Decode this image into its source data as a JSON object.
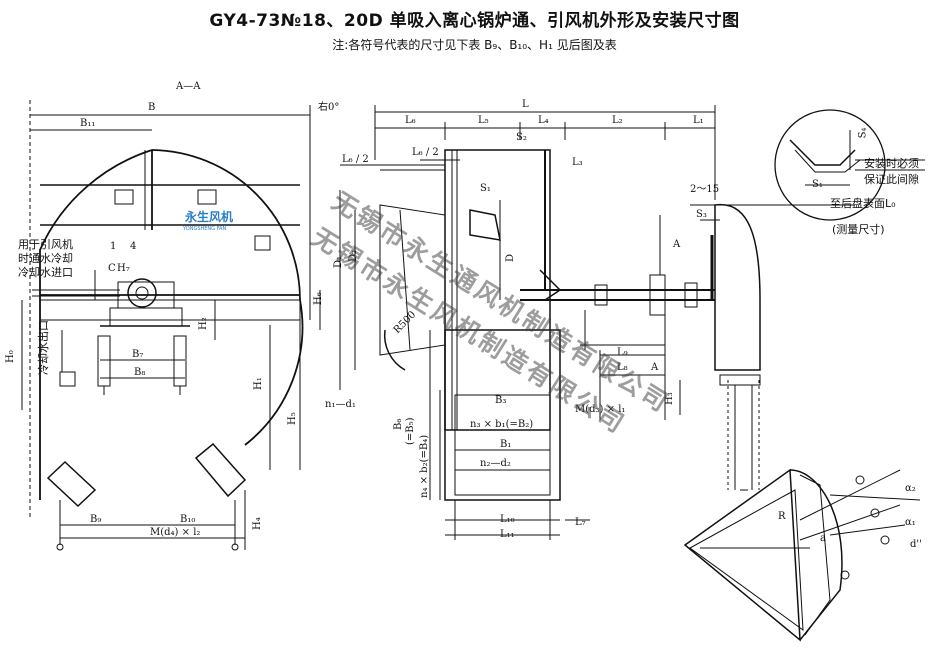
{
  "title": "GY4-73№18、20D 单吸入离心锅炉通、引风机外形及安装尺寸图",
  "note": "注:各符号代表的尺寸见下表 B₉、B₁₀、H₁ 见后图及表",
  "logo": {
    "text": "永生风机",
    "sub": "YONGSHENG FAN"
  },
  "watermark": {
    "line1": "无锡市永生通风机制造有限公司",
    "line2": "无锡市永生风机制造有限公司"
  },
  "left_view": {
    "section": "A—A",
    "B": "B",
    "B11": "B₁₁",
    "rotation": "右0°",
    "inlet_text": [
      "用于引风机",
      "时通水冷却",
      "冷却水进口"
    ],
    "outlet_text": "冷却水出口",
    "C": "C",
    "H7": "H₇",
    "d1": "1",
    "d4": "4",
    "B7": "B₇",
    "B8": "B₈",
    "H0": "H₀",
    "H1": "H₁",
    "H2": "H₂",
    "H4": "H₄",
    "H5": "H₅",
    "H6": "H₆",
    "B9": "B₉",
    "B10": "B₁₀",
    "M": "M(d₄) × l₂"
  },
  "mid_view": {
    "L": "L",
    "L6": "L₆",
    "L5": "L₅",
    "L4": "L₄",
    "L2": "L₂",
    "L1": "L₁",
    "S2": "S₂",
    "L3": "L₃",
    "L6h1": "L₆ / 2",
    "L6h2": "L₆ / 2",
    "S1": "S₁",
    "D1": "D₁",
    "D2": "D₂",
    "D": "D",
    "R": "R500",
    "n1d1": "n₁—d₁",
    "B6": "B₆",
    "B5": "(=B₅)",
    "B3": "B₃",
    "n3b1": "n₃ × b₁(=B₂)",
    "B1": "B₁",
    "n4b2": "n₄ × b₂(=B₄)",
    "n2d2": "n₂—d₂",
    "L10": "L₁₀",
    "L11": "L₁₁",
    "L7": "L₇",
    "range": "2～15",
    "S3": "S₃",
    "A": "A",
    "A2": "A",
    "L9": "L₉",
    "L8": "L₈",
    "H3": "H₃",
    "Md3": "M(d₃) × l₁"
  },
  "detail": {
    "S4": "S₄",
    "S1": "S₁",
    "note1": "安装时必须",
    "note2": "保证此间隙",
    "note3": "至后盘表面L₀",
    "note4": "(测量尺寸)"
  },
  "cone": {
    "R": "R",
    "alpha1": "α₁",
    "alpha2": "α₂",
    "a": "a",
    "d": "d''"
  }
}
